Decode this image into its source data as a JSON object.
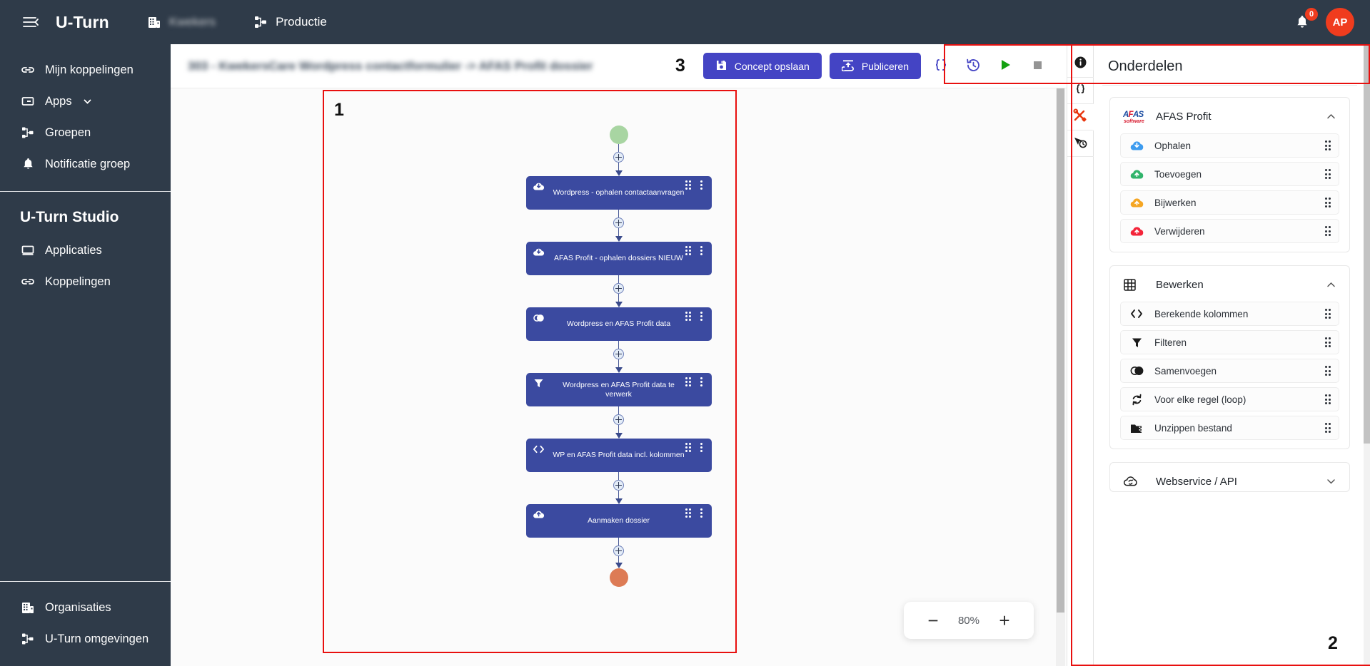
{
  "topbar": {
    "brand": "U-Turn",
    "org_name": "Kwekers",
    "environment": "Productie",
    "notification_count": "0",
    "avatar_initials": "AP",
    "menu_icon": "hamburger-icon",
    "org_icon": "building-icon",
    "env_icon": "sitemap-icon",
    "bell_icon": "bell-icon"
  },
  "sidebar": {
    "items": [
      {
        "label": "Mijn koppelingen",
        "icon": "link-icon"
      },
      {
        "label": "Apps",
        "icon": "window-icon",
        "has_chevron": true
      },
      {
        "label": "Groepen",
        "icon": "sitemap-icon"
      },
      {
        "label": "Notificatie groep",
        "icon": "bell-icon"
      }
    ],
    "studio_title": "U-Turn Studio",
    "studio_items": [
      {
        "label": "Applicaties",
        "icon": "monitor-icon"
      },
      {
        "label": "Koppelingen",
        "icon": "link-icon"
      }
    ],
    "bottom_items": [
      {
        "label": "Organisaties",
        "icon": "building-icon"
      },
      {
        "label": "U-Turn omgevingen",
        "icon": "sitemap-icon"
      }
    ]
  },
  "header": {
    "flow_title": "303 - KwekersCare Wordpress contactformulier -> AFAS Profit dossier",
    "annotation_3": "3",
    "save_draft_label": "Concept opslaan",
    "publish_label": "Publiceren",
    "save_icon": "floppy-disk-icon",
    "publish_icon": "upload-cloud-icon",
    "code_icon": "curly-braces-icon",
    "history_icon": "clock-rewind-icon",
    "run_icon": "play-icon",
    "stop_icon": "stop-icon"
  },
  "canvas": {
    "annotation_1": "1",
    "zoom_level": "80%",
    "zoom_out_label": "−",
    "zoom_in_label": "+",
    "start_node": "start-terminator",
    "end_node": "end-terminator",
    "nodes": [
      {
        "label": "Wordpress - ophalen contactaanvragen",
        "icon": "cloud-download-icon"
      },
      {
        "label": "AFAS Profit - ophalen dossiers NIEUW",
        "icon": "cloud-download-icon"
      },
      {
        "label": "Wordpress en AFAS Profit data",
        "icon": "merge-icon"
      },
      {
        "label": "Wordpress en AFAS Profit data te verwerk",
        "icon": "filter-icon"
      },
      {
        "label": "WP en AFAS Profit data incl. kolommen",
        "icon": "code-brackets-icon"
      },
      {
        "label": "Aanmaken dossier",
        "icon": "cloud-upload-icon"
      }
    ]
  },
  "right_panel": {
    "annotation_2": "2",
    "title": "Onderdelen",
    "rail": [
      {
        "icon": "info-icon",
        "active": false
      },
      {
        "icon": "curly-braces-icon",
        "active": false
      },
      {
        "icon": "tools-icon",
        "active": true
      },
      {
        "icon": "cursor-clock-icon",
        "active": false
      }
    ],
    "groups": [
      {
        "name": "AFAS Profit",
        "icon": "afas-software-logo",
        "expanded": true,
        "caret": "chevron-up-icon",
        "components": [
          {
            "label": "Ophalen",
            "icon": "cloud-download-blue-icon"
          },
          {
            "label": "Toevoegen",
            "icon": "cloud-upload-green-icon"
          },
          {
            "label": "Bijwerken",
            "icon": "cloud-upload-orange-icon"
          },
          {
            "label": "Verwijderen",
            "icon": "cloud-upload-red-icon"
          }
        ]
      },
      {
        "name": "Bewerken",
        "icon": "grid-icon",
        "expanded": true,
        "caret": "chevron-up-icon",
        "components": [
          {
            "label": "Berekende kolommen",
            "icon": "code-brackets-icon"
          },
          {
            "label": "Filteren",
            "icon": "filter-icon"
          },
          {
            "label": "Samenvoegen",
            "icon": "merge-icon"
          },
          {
            "label": "Voor elke regel (loop)",
            "icon": "loop-icon"
          },
          {
            "label": "Unzippen bestand",
            "icon": "unzip-icon"
          }
        ]
      },
      {
        "name": "Webservice / API",
        "icon": "cloud-sync-icon",
        "expanded": false,
        "caret": "chevron-down-icon",
        "components": []
      }
    ]
  },
  "colors": {
    "sidebar_bg": "#2f3b49",
    "primary": "#4444c4",
    "node": "#3b4aa0",
    "accent_red": "#f03c1e",
    "annotation": "#e8100f",
    "start_node": "#a8d5a2",
    "end_node": "#dd7b55"
  }
}
